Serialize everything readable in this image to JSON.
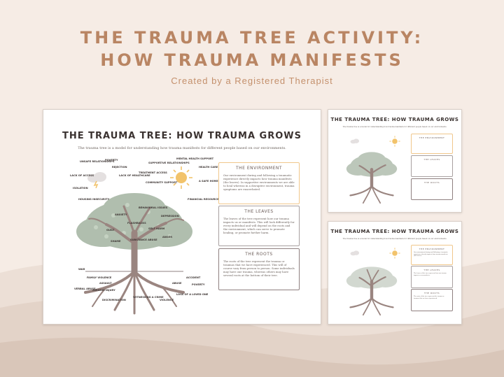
{
  "page": {
    "title_line1": "THE TRAUMA TREE ACTIVITY:",
    "title_line2": "HOW TRAUMA MANIFESTS",
    "subtitle": "Created by a Registered Therapist"
  },
  "colors": {
    "background": "#f6ece5",
    "title": "#b98563",
    "environment_border": "#f0c78b",
    "leaves_border": "#a8a0a0",
    "roots_border": "#8f8080",
    "tree": "#9a8580",
    "foliage": "#a8b8a6",
    "sun": "#f2c36b"
  },
  "main_worksheet": {
    "title": "THE TRAUMA TREE: HOW TRAUMA GROWS",
    "intro": "The trauma tree is a model for understanding how trauma manifests for different people based on our environments.",
    "environment_labels": [
      "Unsafe Relationships",
      "Poverty",
      "Rejection",
      "Lack of Access",
      "Lack of Healthcare",
      "Supportive Relationships",
      "Treatment Access",
      "Mental Health Support",
      "Health Care",
      "Isolation",
      "Community Support",
      "A Safe Home",
      "Housing Insecurity",
      "Financial Resources"
    ],
    "leaf_labels": [
      "Behavioral Issues",
      "Anxiety",
      "Depression",
      "Flashbacks",
      "Guilt",
      "Self Harm",
      "Substance Abuse",
      "Anger",
      "Shame"
    ],
    "root_labels": [
      "War",
      "Family Violence",
      "Verbal Abuse",
      "Assault",
      "Serious Injury",
      "Discrimination",
      "Witnessing a Crime",
      "Loss of a Loved One",
      "Violence",
      "Accident",
      "Poverty",
      "Abuse"
    ],
    "boxes": [
      {
        "heading": "THE ENVIRONMENT",
        "text": "Our environment during and following a traumatic experience directly impacts how trauma manifests (the leaves). In supportive environments we are able to heal whereas in a disruptive environment, trauma symptoms are exacerbated."
      },
      {
        "heading": "THE LEAVES",
        "text": "The leaves of the tree represent how our trauma impacts us or manifests. This will look differently for every individual and will depend on the roots and the environment, which can serve to promote healing, or promote further harm."
      },
      {
        "heading": "THE ROOTS",
        "text": "The roots of the tree represent the trauma or traumas that we have experienced. This will of course vary from person to person. Some individuals may have one trauma, whereas others may have several roots at the bottom of their tree."
      }
    ]
  },
  "worksheet_blank": {
    "title": "THE TRAUMA TREE: HOW TRAUMA GROWS",
    "intro": "The trauma tree is a model for understanding how trauma manifests for different people based on our environments.",
    "boxes": [
      {
        "heading": "THE ENVIRONMENT"
      },
      {
        "heading": "THE LEAVES"
      },
      {
        "heading": "THE ROOTS"
      }
    ]
  },
  "worksheet_filled": {
    "title": "THE TRAUMA TREE: HOW TRAUMA GROWS",
    "intro": "The trauma tree is a model for understanding how trauma manifests for different people based on our environments.",
    "boxes": [
      {
        "heading": "THE ENVIRONMENT",
        "text": "Our environment during and following a traumatic experience directly impacts how trauma manifests (the leaves)."
      },
      {
        "heading": "THE LEAVES",
        "text": "The leaves of the tree represent how our trauma impacts us or manifests."
      },
      {
        "heading": "THE ROOTS",
        "text": "The roots of the tree represent the trauma or traumas that we have experienced."
      }
    ]
  }
}
